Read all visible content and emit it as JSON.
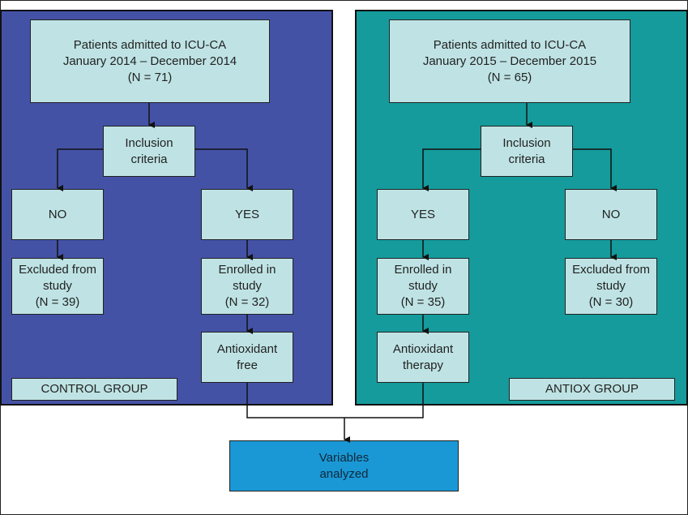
{
  "control": {
    "admitted": "Patients admitted to ICU-CA\nJanuary 2014 – December 2014\n(N = 71)",
    "inclusion": "Inclusion\ncriteria",
    "no": "NO",
    "yes": "YES",
    "excluded": "Excluded from\nstudy\n(N = 39)",
    "enrolled": "Enrolled in\nstudy\n(N = 32)",
    "treatment": "Antioxidant\nfree",
    "group_label": "CONTROL GROUP",
    "panel_color": "#4452a6"
  },
  "antiox": {
    "admitted": "Patients admitted to ICU-CA\nJanuary 2015 – December 2015\n(N = 65)",
    "inclusion": "Inclusion\ncriteria",
    "yes": "YES",
    "no": "NO",
    "enrolled": "Enrolled in\nstudy\n(N = 35)",
    "excluded": "Excluded from\nstudy\n(N = 30)",
    "treatment": "Antioxidant\ntherapy",
    "group_label": "ANTIOX GROUP",
    "panel_color": "#159b9b"
  },
  "result": {
    "label": "Variables\nanalyzed",
    "color": "#1a98d5"
  },
  "box_color": "#bfe3e4"
}
